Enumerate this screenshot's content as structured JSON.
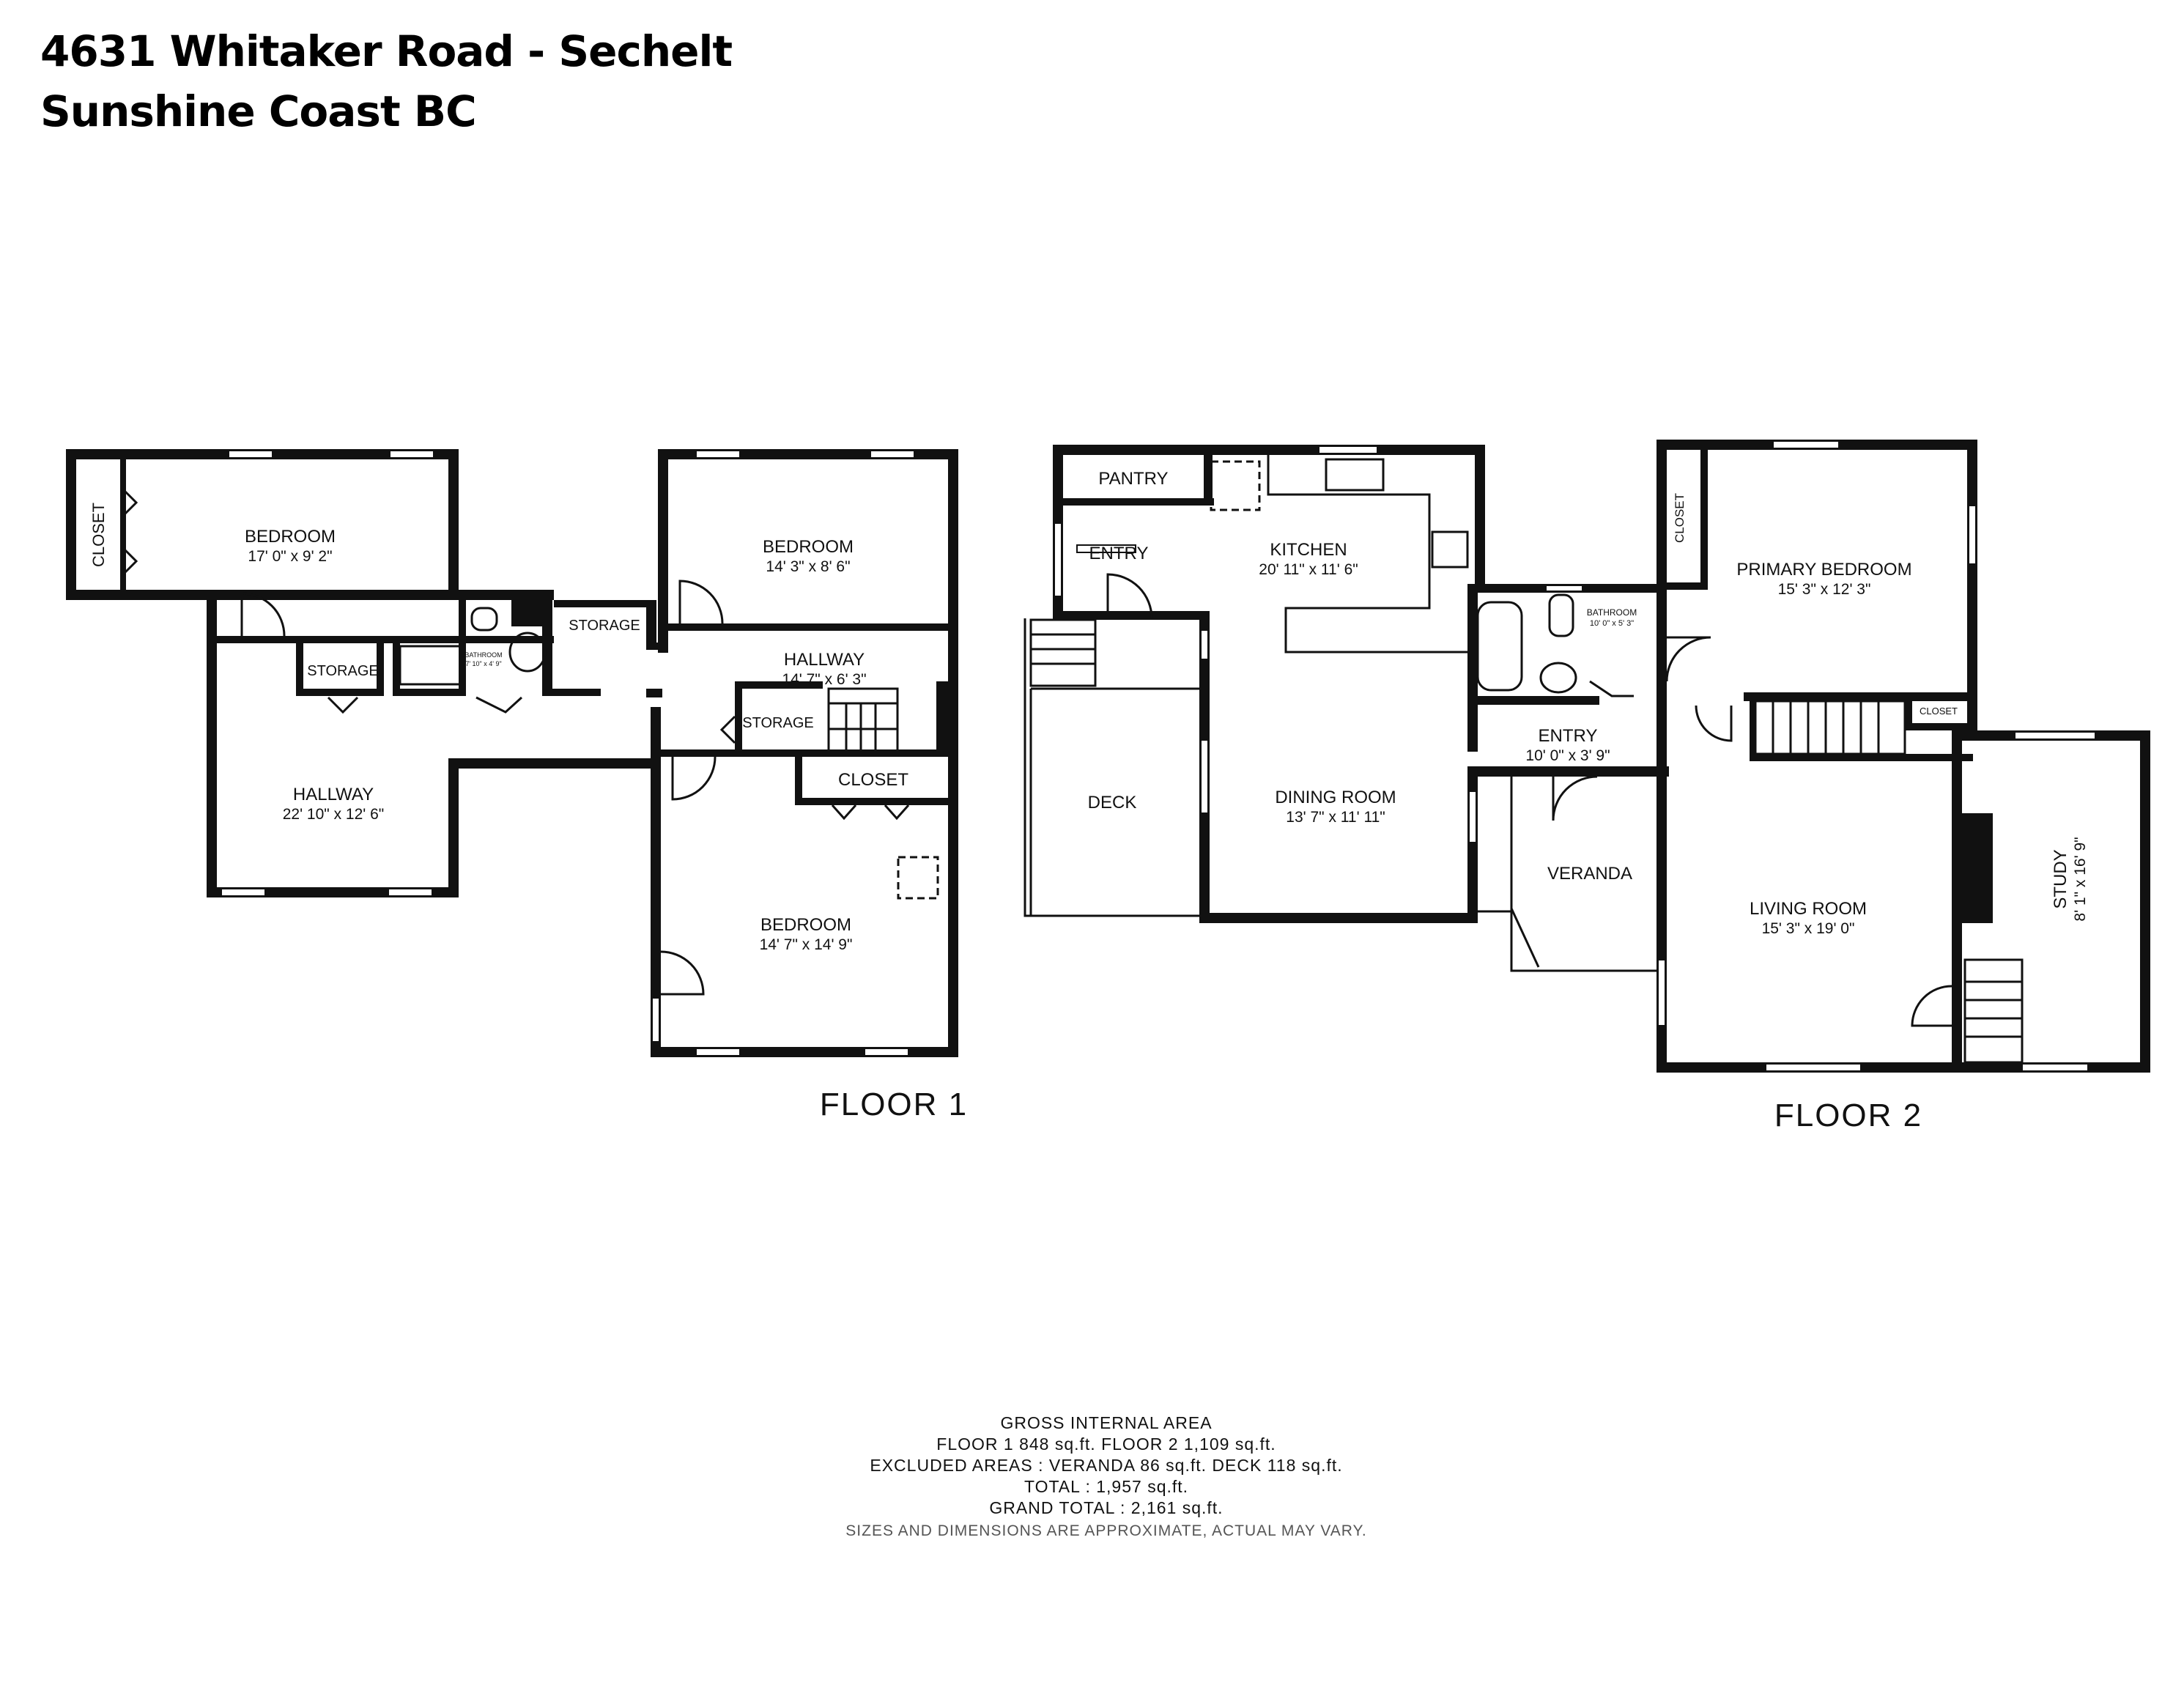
{
  "header": {
    "line1": "4631 Whitaker Road  -  Sechelt",
    "line2": "Sunshine Coast BC"
  },
  "floor1": {
    "label": "FLOOR 1",
    "rooms": {
      "closet_left": {
        "name": "CLOSET"
      },
      "bedroom_a": {
        "name": "BEDROOM",
        "dims": "17' 0\" x 9' 2\""
      },
      "bathroom": {
        "name": "BATHROOM",
        "dims": "7' 10\" x 4' 9\""
      },
      "storage_a": {
        "name": "STORAGE"
      },
      "storage_b": {
        "name": "STORAGE"
      },
      "hallway_a": {
        "name": "HALLWAY",
        "dims": "22' 10\" x 12' 6\""
      },
      "bedroom_b": {
        "name": "BEDROOM",
        "dims": "14' 3\" x 8' 6\""
      },
      "hallway_b": {
        "name": "HALLWAY",
        "dims": "14' 7\" x 6' 3\""
      },
      "storage_c": {
        "name": "STORAGE"
      },
      "closet_b": {
        "name": "CLOSET"
      },
      "bedroom_c": {
        "name": "BEDROOM",
        "dims": "14' 7\" x 14' 9\""
      }
    }
  },
  "floor2": {
    "label": "FLOOR 2",
    "rooms": {
      "pantry": {
        "name": "PANTRY"
      },
      "entry_a": {
        "name": "ENTRY"
      },
      "kitchen": {
        "name": "KITCHEN",
        "dims": "20' 11\" x 11' 6\""
      },
      "deck": {
        "name": "DECK"
      },
      "dining": {
        "name": "DINING ROOM",
        "dims": "13' 7\" x 11' 11\""
      },
      "bathroom": {
        "name": "BATHROOM",
        "dims": "10' 0\" x 5' 3\""
      },
      "entry_b": {
        "name": "ENTRY",
        "dims": "10' 0\" x 3' 9\""
      },
      "veranda": {
        "name": "VERANDA"
      },
      "closet_a": {
        "name": "CLOSET"
      },
      "primary": {
        "name": "PRIMARY BEDROOM",
        "dims": "15' 3\" x 12' 3\""
      },
      "closet_b": {
        "name": "CLOSET"
      },
      "living": {
        "name": "LIVING ROOM",
        "dims": "15' 3\" x 19' 0\""
      },
      "study": {
        "name": "STUDY",
        "dims": "8' 1\" x 16' 9\""
      }
    }
  },
  "area": {
    "line1": "GROSS INTERNAL AREA",
    "line2": "FLOOR 1 848 sq.ft.    FLOOR 2 1,109 sq.ft.",
    "line3": "EXCLUDED AREAS :  VERANDA 86 sq.ft.    DECK 118 sq.ft.",
    "line4": "TOTAL :  1,957 sq.ft.",
    "line5": "GRAND TOTAL : 2,161 sq.ft.",
    "note": "SIZES AND DIMENSIONS ARE APPROXIMATE, ACTUAL MAY VARY."
  }
}
